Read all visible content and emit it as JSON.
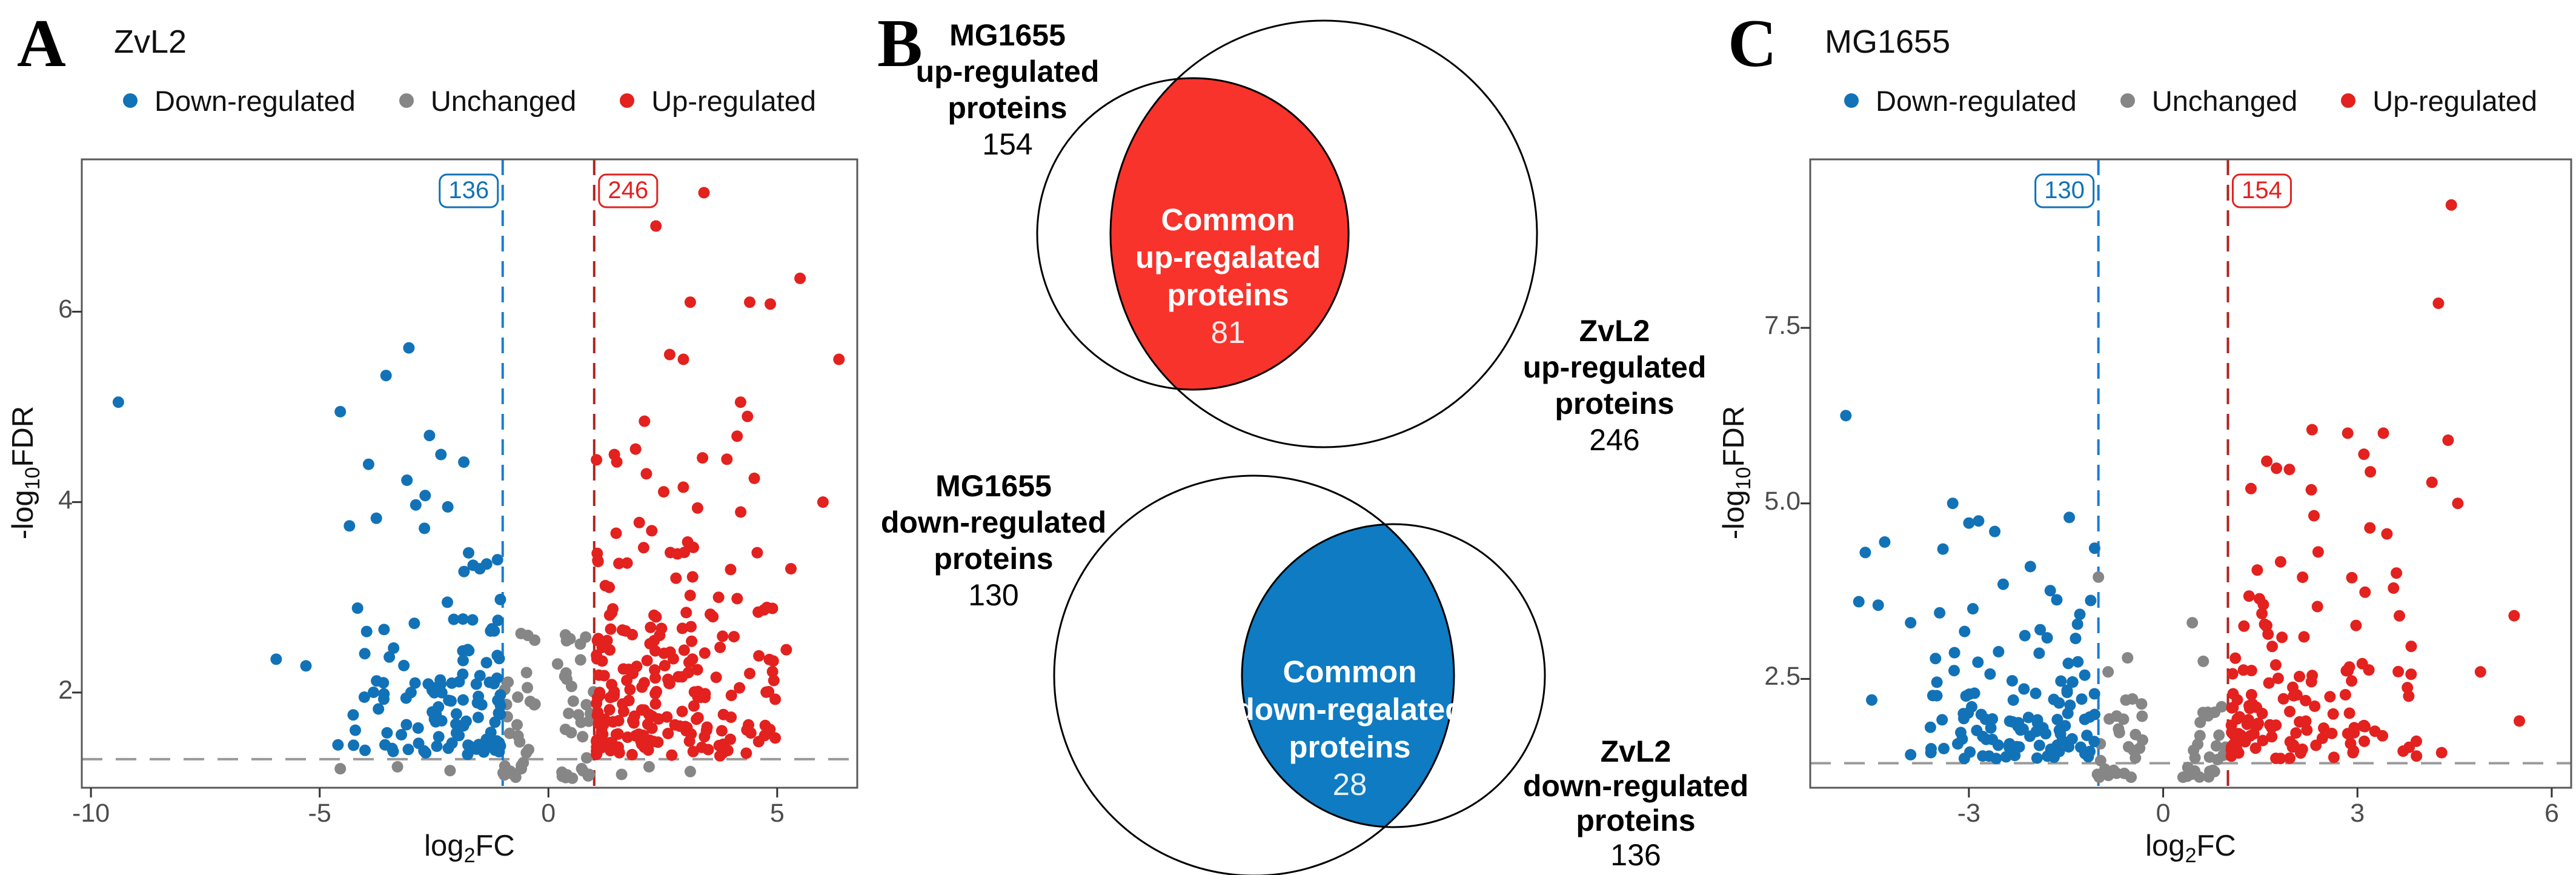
{
  "figure": {
    "background": "#ffffff",
    "panels": [
      {
        "letter": "A",
        "title": "ZvL2"
      },
      {
        "letter": "B",
        "title": ""
      },
      {
        "letter": "C",
        "title": "MG1655"
      }
    ]
  },
  "legend": {
    "items": [
      {
        "label": "Down-regulated",
        "color": "#1272B7"
      },
      {
        "label": "Unchanged",
        "color": "#868686"
      },
      {
        "label": "Up-regulated",
        "color": "#E3211E"
      }
    ]
  },
  "axis": {
    "xlabel_parts": [
      "log",
      "2",
      "FC"
    ],
    "ylabel_parts": [
      "-log",
      "10",
      "FDR"
    ]
  },
  "colors": {
    "down_line": "#1B7CD6",
    "up_line": "#B2231D",
    "fdr_line": "#9A9A9A",
    "plot_border": "#595959",
    "tick_mark": "#333333",
    "tick_text": "#4d4d4d"
  },
  "chart_data": [
    {
      "type": "scatter",
      "panel": "A",
      "title": "ZvL2",
      "xlabel": "log2FC",
      "ylabel": "-log10FDR",
      "xlim": [
        -10.2,
        6.75
      ],
      "ylim": [
        1.0,
        7.6
      ],
      "xticks": [
        -10,
        -5,
        0,
        5
      ],
      "yticks": [
        2,
        4,
        6
      ],
      "ytick_labels": [
        "2",
        "4",
        "6"
      ],
      "fdr_threshold_y": 1.3,
      "fc_thresholds": [
        -1,
        1
      ],
      "counts": {
        "down": 136,
        "up": 246
      },
      "legend_position": "top",
      "grid": false,
      "series": [
        {
          "key": "down",
          "name": "Down-regulated",
          "color": "#1272B7",
          "n": 136,
          "kind": "left",
          "t": 1.05,
          "span": 3.3,
          "p": 1.6,
          "base": 1.33,
          "ys": 0.78,
          "cap": 4.7,
          "seed": 11,
          "extra": [
            [
              -9.4,
              5.05
            ],
            [
              -4.55,
              4.95
            ],
            [
              -3.05,
              5.62
            ],
            [
              -3.55,
              5.33
            ],
            [
              -2.6,
              4.7
            ],
            [
              -2.35,
              4.5
            ],
            [
              -1.85,
              4.42
            ],
            [
              -5.95,
              2.35
            ],
            [
              -5.3,
              2.28
            ],
            [
              -4.35,
              3.75
            ],
            [
              -2.9,
              3.97
            ],
            [
              -2.2,
              3.95
            ],
            [
              -4.6,
              1.45
            ],
            [
              -1.35,
              3.35
            ],
            [
              -1.5,
              3.3
            ]
          ]
        },
        {
          "key": "unchanged",
          "name": "Unchanged",
          "color": "#868686",
          "n": 70,
          "kind": "center",
          "cap": 2.65,
          "seed": 23,
          "extra": [
            [
              -3.3,
              1.22
            ],
            [
              -2.15,
              1.18
            ],
            [
              2.2,
              1.22
            ],
            [
              3.1,
              1.17
            ],
            [
              -4.55,
              1.2
            ],
            [
              1.6,
              1.14
            ],
            [
              -0.6,
              2.62
            ],
            [
              -0.45,
              2.6
            ],
            [
              -0.3,
              2.55
            ],
            [
              0.2,
              2.3
            ]
          ]
        },
        {
          "key": "up",
          "name": "Up-regulated",
          "color": "#E3211E",
          "n": 246,
          "kind": "right",
          "t": 1.05,
          "span": 3.95,
          "p": 1.9,
          "base": 1.33,
          "ys": 0.85,
          "cap": 5.0,
          "seed": 7,
          "extra": [
            [
              3.4,
              7.25
            ],
            [
              2.35,
              6.9
            ],
            [
              5.5,
              6.35
            ],
            [
              3.1,
              6.1
            ],
            [
              4.4,
              6.1
            ],
            [
              4.85,
              6.08
            ],
            [
              6.35,
              5.5
            ],
            [
              2.65,
              5.55
            ],
            [
              2.95,
              5.5
            ],
            [
              4.2,
              5.05
            ],
            [
              4.35,
              4.9
            ],
            [
              2.1,
              4.85
            ],
            [
              6.0,
              4.0
            ],
            [
              5.3,
              3.3
            ],
            [
              4.5,
              4.25
            ],
            [
              3.9,
              4.45
            ],
            [
              5.2,
              2.45
            ],
            [
              4.4,
              2.2
            ]
          ]
        }
      ]
    },
    {
      "type": "venn",
      "name": "up-regulated overlap",
      "left": {
        "lines": [
          "MG1655",
          "up-regulated",
          "proteins"
        ],
        "count": 154
      },
      "right": {
        "lines": [
          "ZvL2",
          "up-regulated",
          "proteins"
        ],
        "count": 246
      },
      "overlap": {
        "lines": [
          "Common",
          "up-regalated",
          "proteins"
        ],
        "count": 81
      },
      "fill": "#F8332B",
      "text_color": "#ffffff"
    },
    {
      "type": "venn",
      "name": "down-regulated overlap",
      "left": {
        "lines": [
          "MG1655",
          "down-regulated",
          "proteins"
        ],
        "count": 130
      },
      "right": {
        "lines": [
          "ZvL2",
          "down-regulated",
          "proteins"
        ],
        "count": 136
      },
      "overlap": {
        "lines": [
          "Common",
          "down-regalated",
          "proteins"
        ],
        "count": 28
      },
      "fill": "#0E7BC2",
      "text_color": "#ffffff"
    },
    {
      "type": "scatter",
      "panel": "C",
      "title": "MG1655",
      "xlabel": "log2FC",
      "ylabel": "-log10FDR",
      "xlim": [
        -5.45,
        6.3
      ],
      "ylim": [
        0.95,
        9.9
      ],
      "xticks": [
        -3,
        0,
        3,
        6
      ],
      "yticks": [
        2.5,
        5.0,
        7.5
      ],
      "ytick_labels": [
        "2.5",
        "5.0",
        "7.5"
      ],
      "fdr_threshold_y": 1.3,
      "fc_thresholds": [
        -1,
        1
      ],
      "counts": {
        "down": 130,
        "up": 154
      },
      "legend_position": "top",
      "grid": false,
      "series": [
        {
          "key": "down",
          "name": "Down-regulated",
          "color": "#1272B7",
          "n": 130,
          "kind": "left",
          "t": 1.05,
          "span": 2.6,
          "p": 1.4,
          "base": 1.36,
          "ys": 0.85,
          "cap": 4.4,
          "seed": 31,
          "extra": [
            [
              -4.9,
              6.25
            ],
            [
              -3.25,
              5.0
            ],
            [
              -2.85,
              4.75
            ],
            [
              -3.0,
              4.72
            ],
            [
              -2.6,
              4.6
            ],
            [
              -3.4,
              4.35
            ],
            [
              -4.3,
              4.45
            ],
            [
              -4.6,
              4.3
            ],
            [
              -1.45,
              4.8
            ],
            [
              -4.7,
              3.6
            ],
            [
              -4.4,
              3.55
            ],
            [
              -2.05,
              4.1
            ],
            [
              -3.9,
              3.3
            ],
            [
              -4.5,
              2.2
            ],
            [
              -3.9,
              1.42
            ]
          ]
        },
        {
          "key": "unchanged",
          "name": "Unchanged",
          "color": "#868686",
          "n": 60,
          "kind": "center",
          "cap": 2.3,
          "seed": 41,
          "extra": [
            [
              -1.0,
              3.95
            ],
            [
              0.45,
              3.3
            ],
            [
              0.62,
              2.75
            ],
            [
              -0.55,
              2.8
            ],
            [
              -0.85,
              2.6
            ]
          ]
        },
        {
          "key": "up",
          "name": "Up-regulated",
          "color": "#E3211E",
          "n": 154,
          "kind": "right",
          "t": 1.05,
          "span": 2.9,
          "p": 1.5,
          "base": 1.36,
          "ys": 1.0,
          "cap": 5.6,
          "seed": 37,
          "extra": [
            [
              4.45,
              9.25
            ],
            [
              4.25,
              7.85
            ],
            [
              2.85,
              6.0
            ],
            [
              3.4,
              6.0
            ],
            [
              3.1,
              5.7
            ],
            [
              4.4,
              5.9
            ],
            [
              3.2,
              5.45
            ],
            [
              4.15,
              5.3
            ],
            [
              4.55,
              5.0
            ],
            [
              1.75,
              5.5
            ],
            [
              5.42,
              3.4
            ],
            [
              5.5,
              1.9
            ],
            [
              4.9,
              2.6
            ],
            [
              4.3,
              1.45
            ],
            [
              2.3,
              6.05
            ],
            [
              1.6,
              5.6
            ]
          ]
        }
      ]
    }
  ]
}
